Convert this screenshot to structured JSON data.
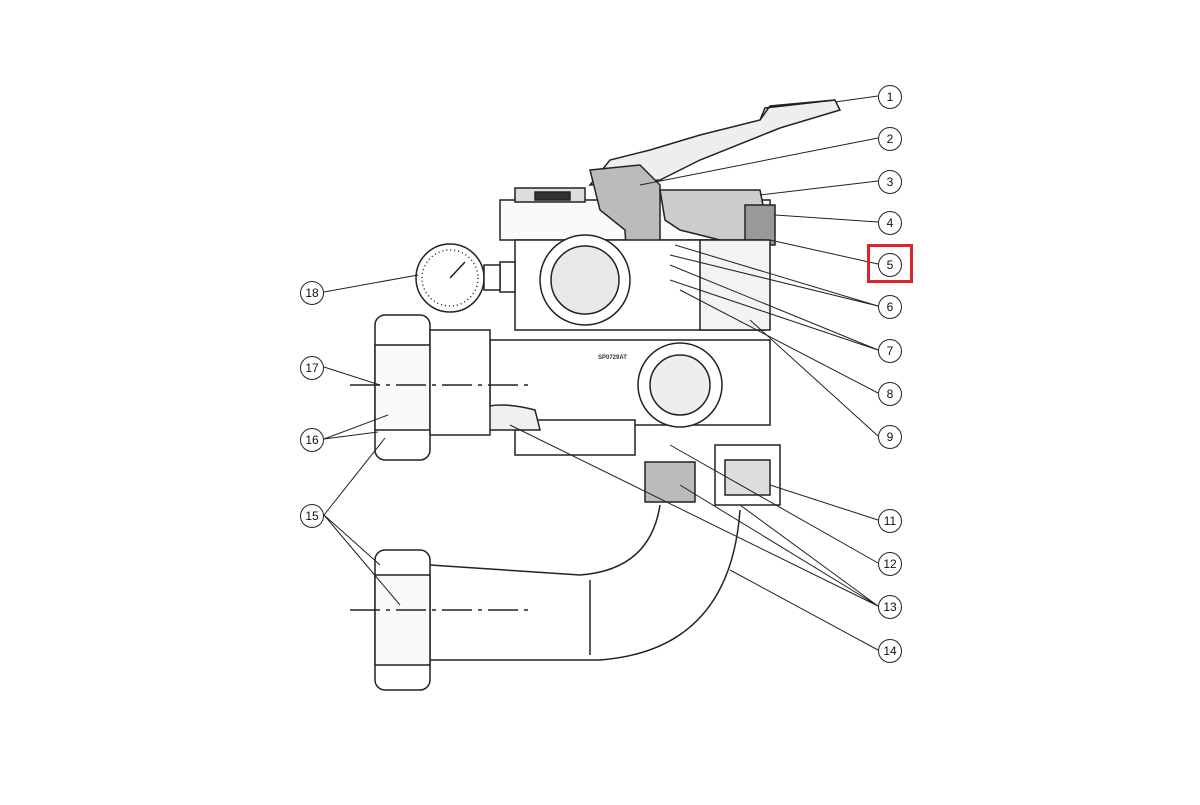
{
  "diagram": {
    "part_number_text": "SP0729AT",
    "highlighted_callout": "5",
    "highlight_color": "#e0222a",
    "callouts": [
      "1",
      "2",
      "3",
      "4",
      "5",
      "6",
      "7",
      "8",
      "9",
      "11",
      "12",
      "13",
      "14",
      "15",
      "16",
      "17",
      "18"
    ]
  }
}
